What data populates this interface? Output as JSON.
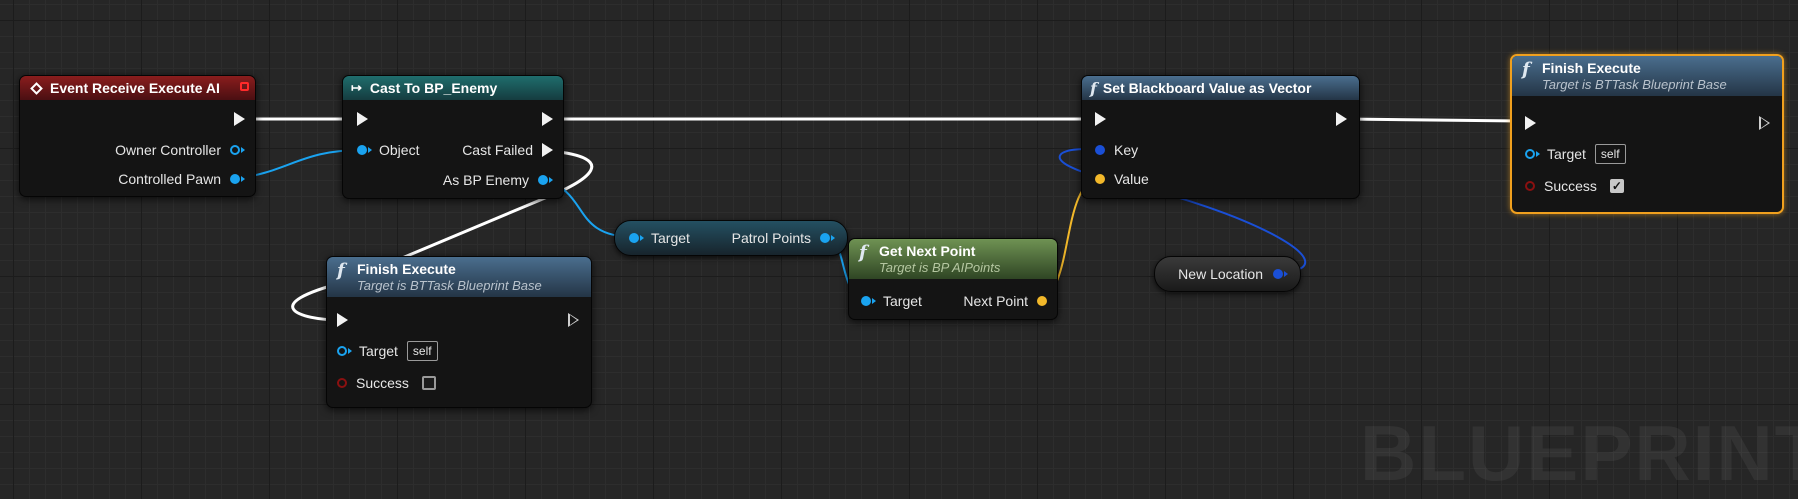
{
  "watermark": "BLUEPRINT",
  "nodes": {
    "event": {
      "title": "Event Receive Execute AI",
      "pins": {
        "owner": "Owner Controller",
        "pawn": "Controlled Pawn"
      }
    },
    "cast": {
      "title": "Cast To BP_Enemy",
      "pins": {
        "object": "Object",
        "failed": "Cast Failed",
        "as": "As BP Enemy"
      }
    },
    "finish_low": {
      "title": "Finish Execute",
      "subtitle": "Target is BTTask Blueprint Base",
      "pins": {
        "target": "Target",
        "target_default": "self",
        "success": "Success"
      }
    },
    "patrol": {
      "target": "Target",
      "output": "Patrol Points"
    },
    "next_point": {
      "title": "Get Next Point",
      "subtitle": "Target is BP AIPoints",
      "pins": {
        "target": "Target",
        "output": "Next Point"
      }
    },
    "set_bb": {
      "title": "Set Blackboard Value as Vector",
      "pins": {
        "key": "Key",
        "value": "Value"
      }
    },
    "new_location": {
      "label": "New Location"
    },
    "finish_top": {
      "title": "Finish Execute",
      "subtitle": "Target is BTTask Blueprint Base",
      "pins": {
        "target": "Target",
        "target_default": "self",
        "success": "Success"
      }
    }
  },
  "icons": {
    "event": "diamond-icon",
    "cast": "cast-arrow-icon",
    "function": "function-icon",
    "checkmark": "✓"
  },
  "colors": {
    "exec_wire": "#ffffff",
    "object_wire": "#1aa3f0",
    "vector_wire": "#f2b82a",
    "selected_outline": "#f0a01e"
  }
}
